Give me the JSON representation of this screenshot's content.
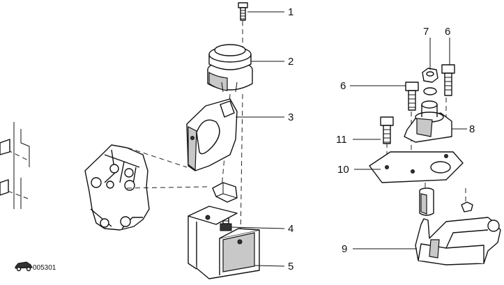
{
  "callouts": [
    "1",
    "2",
    "3",
    "4",
    "5",
    "6",
    "7",
    "6",
    "8",
    "11",
    "10",
    "9"
  ],
  "figure_code": "005301",
  "icons": {
    "car": "car-icon"
  }
}
